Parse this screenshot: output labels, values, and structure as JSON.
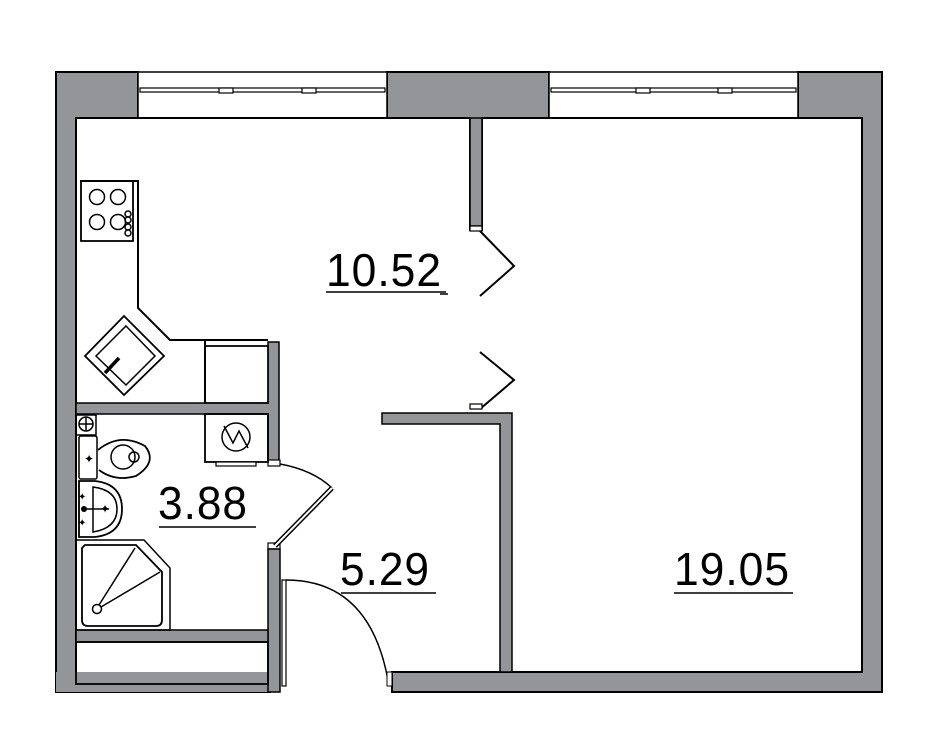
{
  "floor_plan": {
    "type": "apartment-floor-plan",
    "wall_color": "#939598",
    "line_color": "#000000",
    "background": "#ffffff",
    "rooms": [
      {
        "id": "kitchen",
        "label": "10.52"
      },
      {
        "id": "living-room",
        "label": "19.05"
      },
      {
        "id": "bathroom",
        "label": "3.88"
      },
      {
        "id": "hallway",
        "label": "5.29"
      }
    ],
    "fixtures": [
      "stove",
      "corner-sink",
      "fridge",
      "washing-machine",
      "toilet",
      "washbasin",
      "shower-cabin",
      "wardrobe",
      "windows"
    ]
  }
}
